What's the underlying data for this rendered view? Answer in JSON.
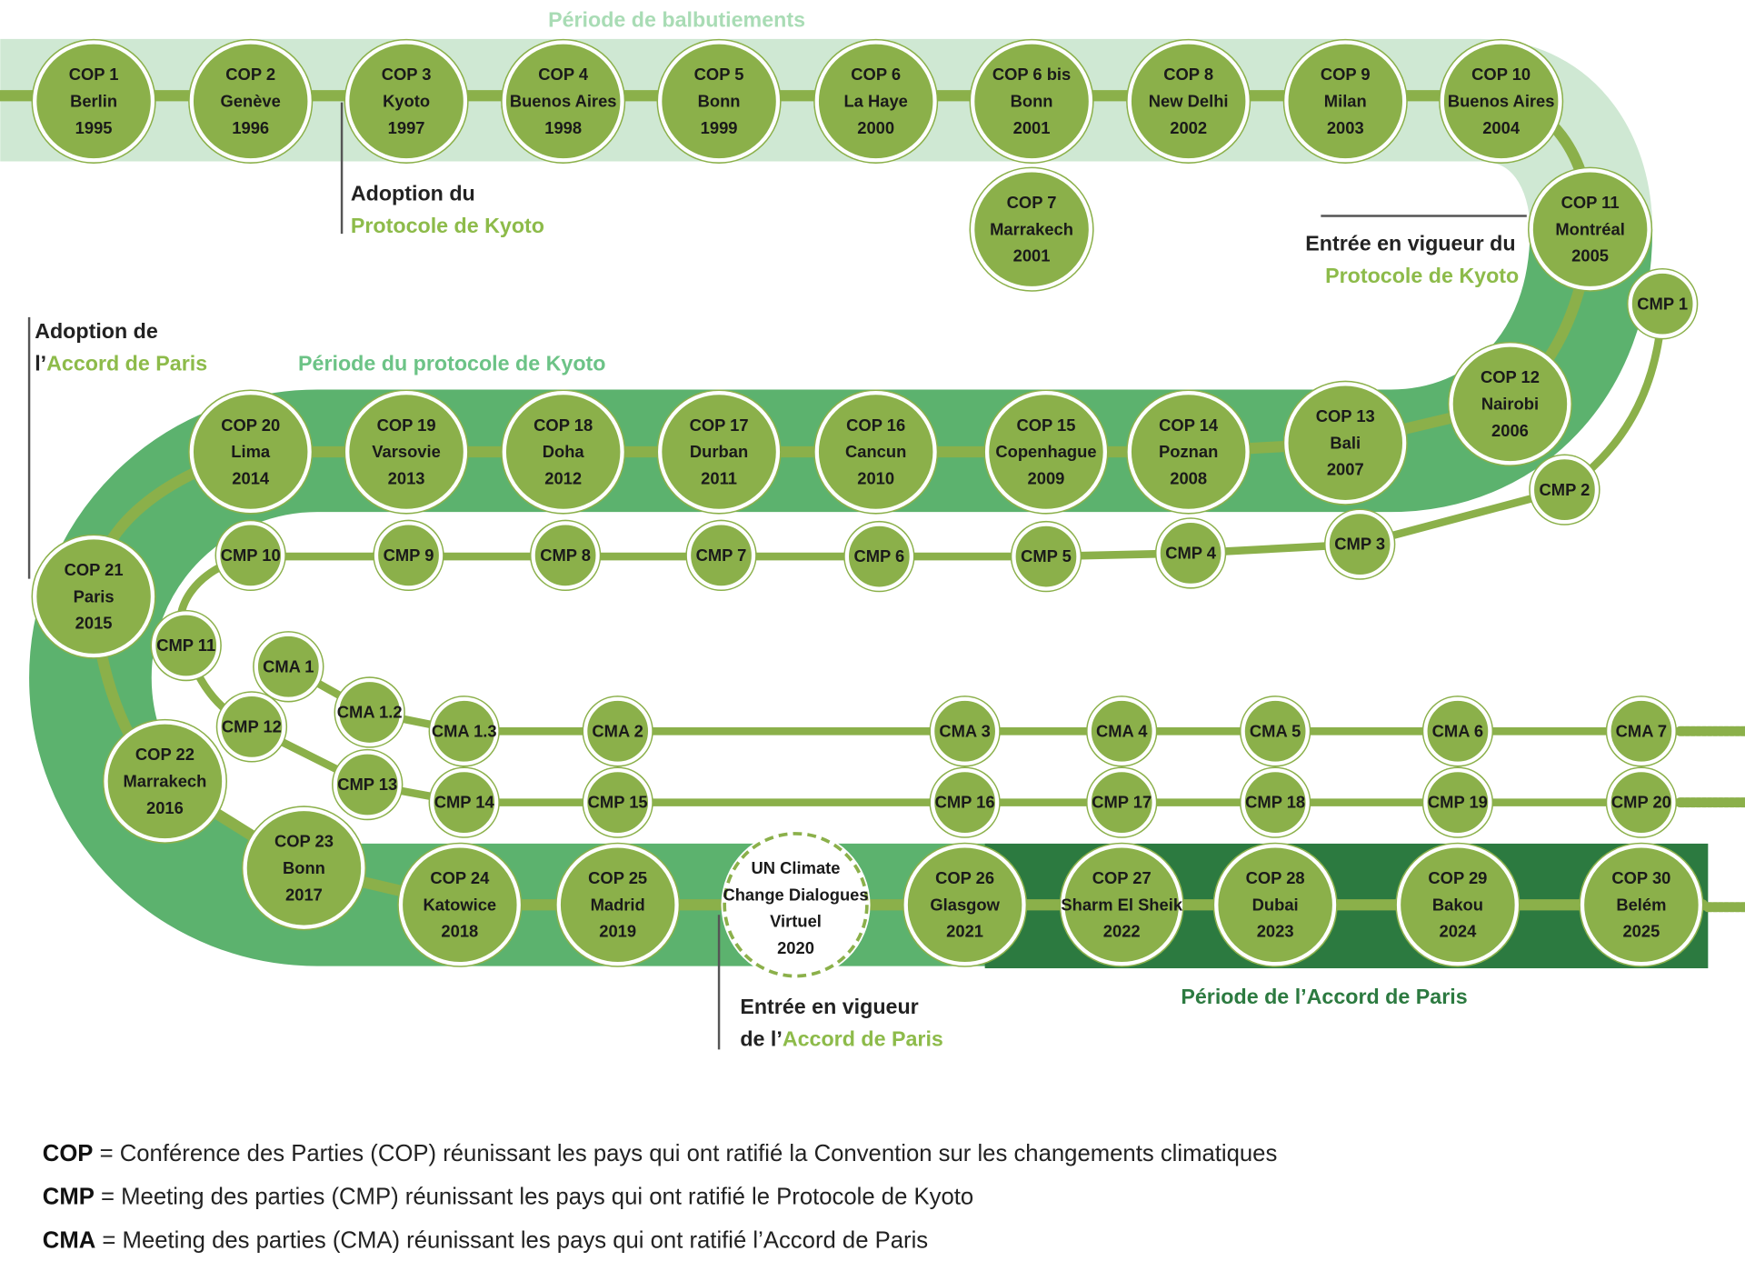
{
  "colors": {
    "band_early": "#cfe8d3",
    "band_kyoto": "#5cb26e",
    "band_paris": "#2c7a40",
    "node": "#8bb04a",
    "line": "#8bb04a",
    "accent_text": "#8dbb4a",
    "period_label": "#7fcc95",
    "period_paris": "#2c7a40"
  },
  "periods": {
    "early": "Période de balbutiements",
    "kyoto": "Période du protocole de Kyoto",
    "paris": "Période de l’Accord de Paris"
  },
  "annotations": {
    "kyoto_adoption": {
      "line1": "Adoption du",
      "line2": "Protocole de Kyoto"
    },
    "kyoto_entry": {
      "line1": "Entrée en vigueur du",
      "line2": "Protocole de Kyoto"
    },
    "paris_adoption": {
      "line1": "Adoption de",
      "prefix": "l’",
      "line2": "Accord de Paris"
    },
    "paris_entry": {
      "line1": "Entrée en vigueur",
      "prefix": "de l’",
      "line2": "Accord de Paris"
    }
  },
  "cop": [
    [
      "COP 1",
      "Berlin",
      "1995"
    ],
    [
      "COP 2",
      "Genève",
      "1996"
    ],
    [
      "COP 3",
      "Kyoto",
      "1997"
    ],
    [
      "COP 4",
      "Buenos Aires",
      "1998"
    ],
    [
      "COP 5",
      "Bonn",
      "1999"
    ],
    [
      "COP 6",
      "La Haye",
      "2000"
    ],
    [
      "COP 6 bis",
      "Bonn",
      "2001"
    ],
    [
      "COP 7",
      "Marrakech",
      "2001"
    ],
    [
      "COP 8",
      "New Delhi",
      "2002"
    ],
    [
      "COP 9",
      "Milan",
      "2003"
    ],
    [
      "COP 10",
      "Buenos Aires",
      "2004"
    ],
    [
      "COP 11",
      "Montréal",
      "2005"
    ],
    [
      "COP 12",
      "Nairobi",
      "2006"
    ],
    [
      "COP 13",
      "Bali",
      "2007"
    ],
    [
      "COP 14",
      "Poznan",
      "2008"
    ],
    [
      "COP 15",
      "Copenhague",
      "2009"
    ],
    [
      "COP 16",
      "Cancun",
      "2010"
    ],
    [
      "COP 17",
      "Durban",
      "2011"
    ],
    [
      "COP 18",
      "Doha",
      "2012"
    ],
    [
      "COP 19",
      "Varsovie",
      "2013"
    ],
    [
      "COP 20",
      "Lima",
      "2014"
    ],
    [
      "COP 21",
      "Paris",
      "2015"
    ],
    [
      "COP 22",
      "Marrakech",
      "2016"
    ],
    [
      "COP 23",
      "Bonn",
      "2017"
    ],
    [
      "COP 24",
      "Katowice",
      "2018"
    ],
    [
      "COP 25",
      "Madrid",
      "2019"
    ],
    [
      "COP 26",
      "Glasgow",
      "2021"
    ],
    [
      "COP 27",
      "Sharm El Sheik",
      "2022"
    ],
    [
      "COP 28",
      "Dubai",
      "2023"
    ],
    [
      "COP 29",
      "Bakou",
      "2024"
    ],
    [
      "COP 30",
      "Belém",
      "2025"
    ]
  ],
  "virtual": [
    "UN Climate",
    "Change Dialogues",
    "Virtuel",
    "2020"
  ],
  "cmp": [
    "CMP 1",
    "CMP 2",
    "CMP 3",
    "CMP 4",
    "CMP 5",
    "CMP 6",
    "CMP 7",
    "CMP 8",
    "CMP 9",
    "CMP 10",
    "CMP 11",
    "CMP 12",
    "CMP 13",
    "CMP 14",
    "CMP 15",
    "CMP 16",
    "CMP 17",
    "CMP 18",
    "CMP 19",
    "CMP 20"
  ],
  "cma": [
    "CMA 1",
    "CMA 1.2",
    "CMA 1.3",
    "CMA 2",
    "CMA 3",
    "CMA 4",
    "CMA 5",
    "CMA 6",
    "CMA 7"
  ],
  "legend": [
    {
      "key": "COP",
      "text": " = Conférence des Parties (COP) réunissant les pays qui ont ratifié la Convention sur les changements climatiques"
    },
    {
      "key": "CMP",
      "text": " = Meeting des parties (CMP) réunissant les pays qui ont ratifié le Protocole de Kyoto"
    },
    {
      "key": "CMA",
      "text": " = Meeting des parties (CMA) réunissant les pays qui ont ratifié l’Accord de Paris"
    }
  ]
}
